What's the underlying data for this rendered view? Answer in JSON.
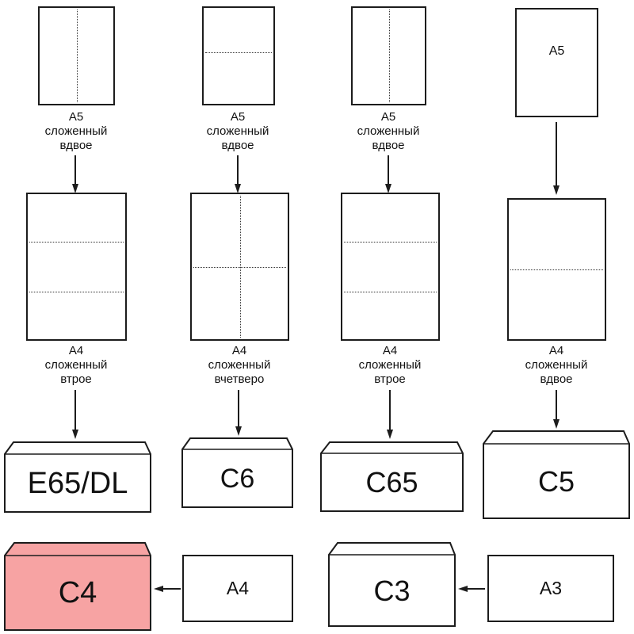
{
  "col1": {
    "a5_caption": [
      "A5",
      "сложенный",
      "вдвое"
    ],
    "a4_caption": [
      "A4",
      "сложенный",
      "втрое"
    ],
    "envelope_label": "E65/DL"
  },
  "col2": {
    "a5_caption": [
      "A5",
      "сложенный",
      "вдвое"
    ],
    "a4_caption": [
      "A4",
      "сложенный",
      "вчетверо"
    ],
    "envelope_label": "C6"
  },
  "col3": {
    "a5_caption": [
      "A5",
      "сложенный",
      "вдвое"
    ],
    "a4_caption": [
      "A4",
      "сложенный",
      "втрое"
    ],
    "envelope_label": "C65"
  },
  "col4": {
    "a5_inner_label": "A5",
    "a4_caption": [
      "A4",
      "сложенный",
      "вдвое"
    ],
    "envelope_label": "C5"
  },
  "bottom_row": {
    "c4_envelope_label": "C4",
    "c4_source_label": "A4",
    "c3_envelope_label": "C3",
    "c3_source_label": "A3"
  },
  "folds": {
    "col1_a5": "half-vertical",
    "col2_a5": "half-horizontal",
    "col3_a5": "half-vertical",
    "col1_a4": "thirds-horizontal",
    "col2_a4": "quarters-cross",
    "col3_a4": "thirds-horizontal",
    "col4_a4": "half-horizontal"
  },
  "colors": {
    "highlight_envelope_fill": "#f7a3a3",
    "stroke": "#1c1c1c"
  }
}
